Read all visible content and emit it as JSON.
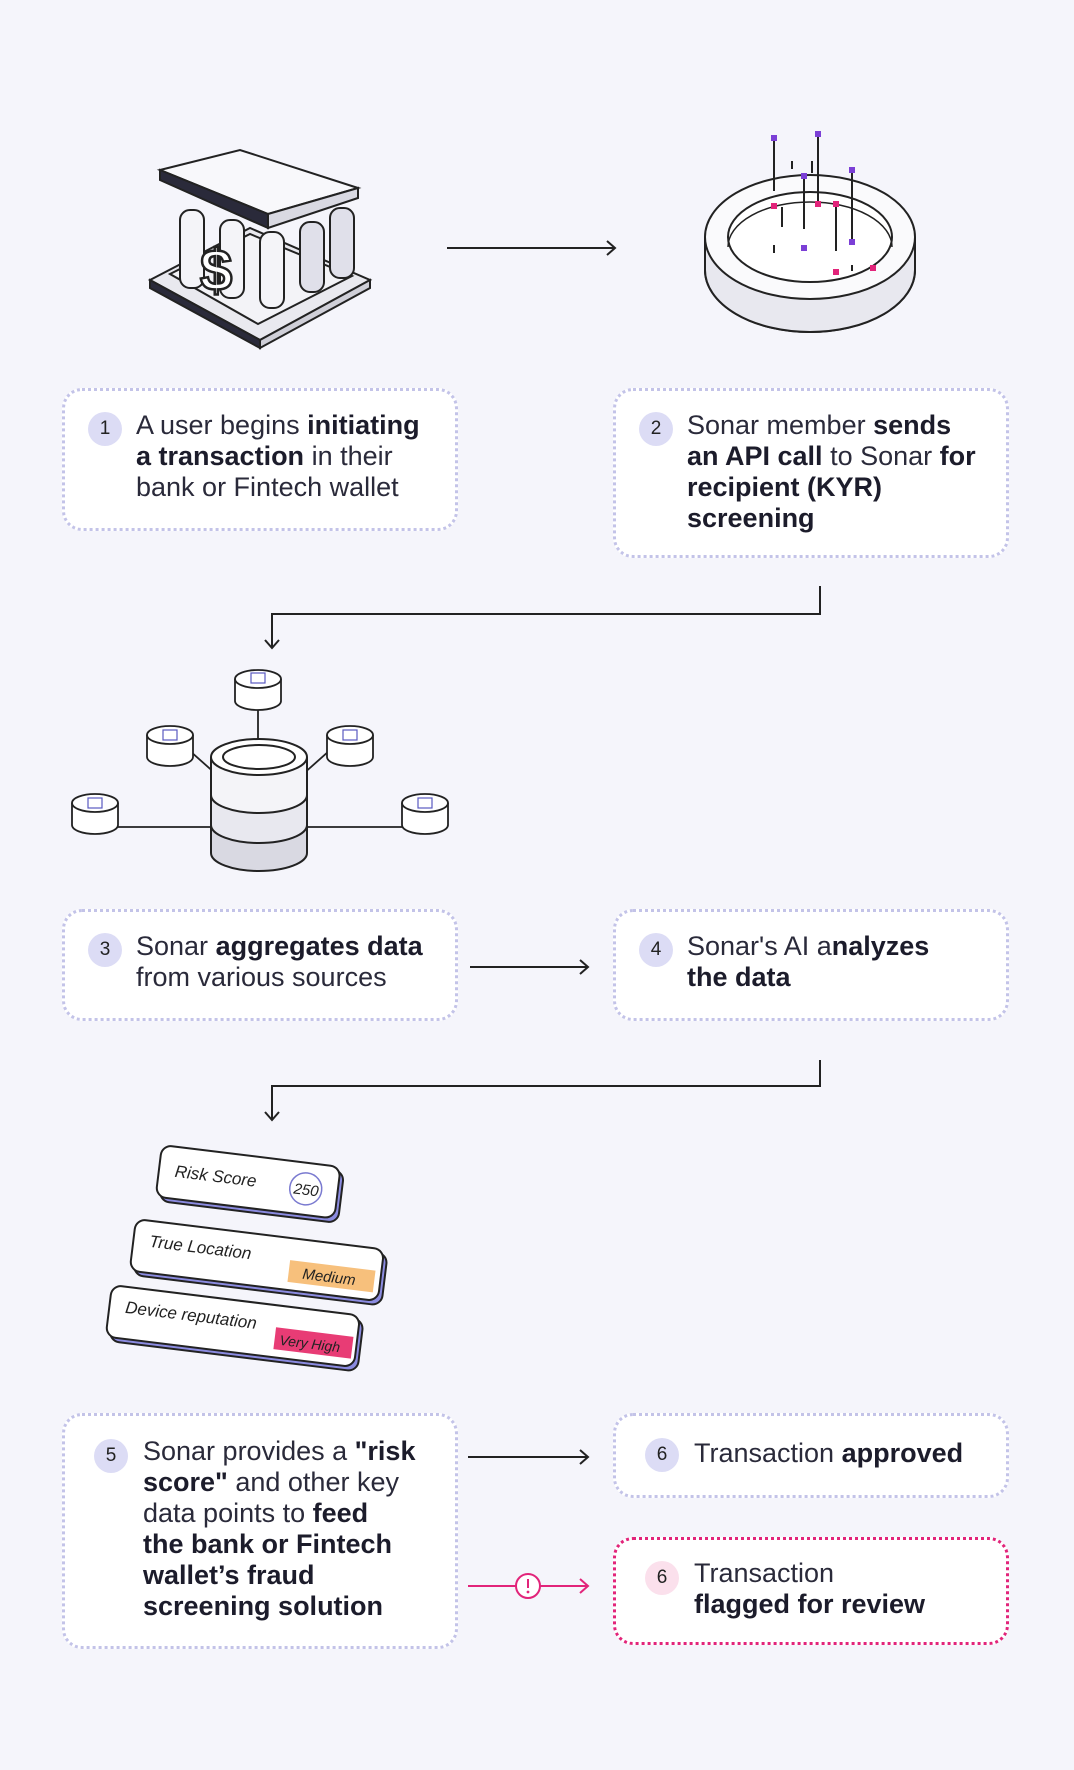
{
  "steps": [
    {
      "num": "1",
      "parts": [
        "A user begins ",
        "initiating",
        "a transaction",
        " in their",
        "bank or Fintech wallet"
      ]
    },
    {
      "num": "2",
      "parts": [
        "Sonar member ",
        "sends",
        "an API call",
        " to Sonar ",
        "for",
        "recipient (KYR)",
        "screening"
      ]
    },
    {
      "num": "3",
      "parts": [
        "Sonar ",
        "aggregates data",
        "from various sources"
      ]
    },
    {
      "num": "4",
      "parts": [
        "Sonar's AI a",
        "nalyzes",
        "the data"
      ]
    },
    {
      "num": "5",
      "parts": [
        "Sonar provides a ",
        "\"risk",
        "score\"",
        " and other key",
        "data points to ",
        "feed",
        "the bank or Fintech",
        "wallet’s fraud",
        "screening solution"
      ]
    },
    {
      "num": "6",
      "parts": [
        "Transaction ",
        "approved"
      ]
    },
    {
      "num": "6",
      "parts": [
        "Transaction",
        "flagged for review"
      ]
    }
  ],
  "risk_cards": [
    {
      "label": "Risk Score",
      "value": "250"
    },
    {
      "label": "True Location",
      "value": "Medium"
    },
    {
      "label": "Device reputation",
      "value": "Very High"
    }
  ],
  "colors": {
    "border": "#c3c3e8",
    "alert": "#e2247a",
    "badge": "#dcdcf5",
    "medium": "#f7c07c",
    "very_high": "#e83c75"
  },
  "icons": [
    "bank-icon",
    "sonar-ring-icon",
    "database-hub-icon",
    "alert-icon"
  ]
}
